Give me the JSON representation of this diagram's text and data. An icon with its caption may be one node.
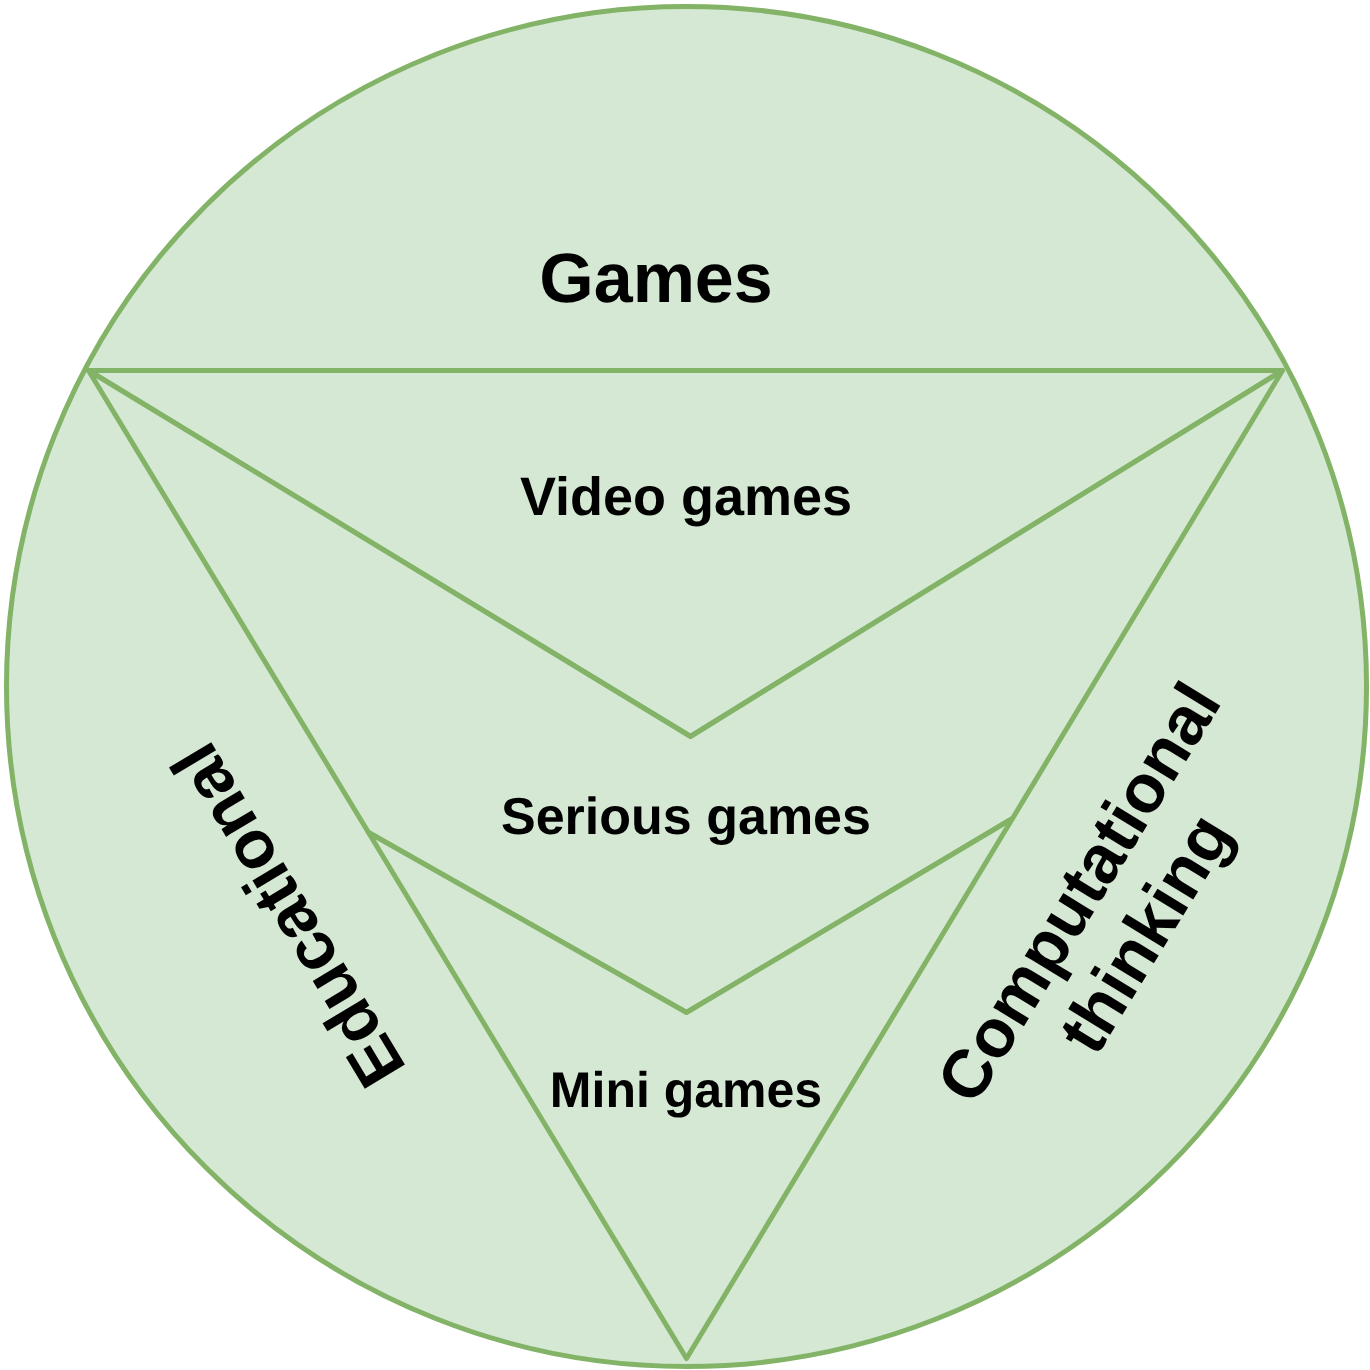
{
  "diagram": {
    "nodes": [
      {
        "text": [
          "Games",
          "Educational",
          "Computational thinking"
        ]
      },
      {
        "text": [
          "Video games"
        ],
        "in": 0
      },
      {
        "text": [
          "Serious games"
        ],
        "in": 0
      },
      {
        "text": [
          "Mini games"
        ],
        "in": 0
      }
    ]
  }
}
